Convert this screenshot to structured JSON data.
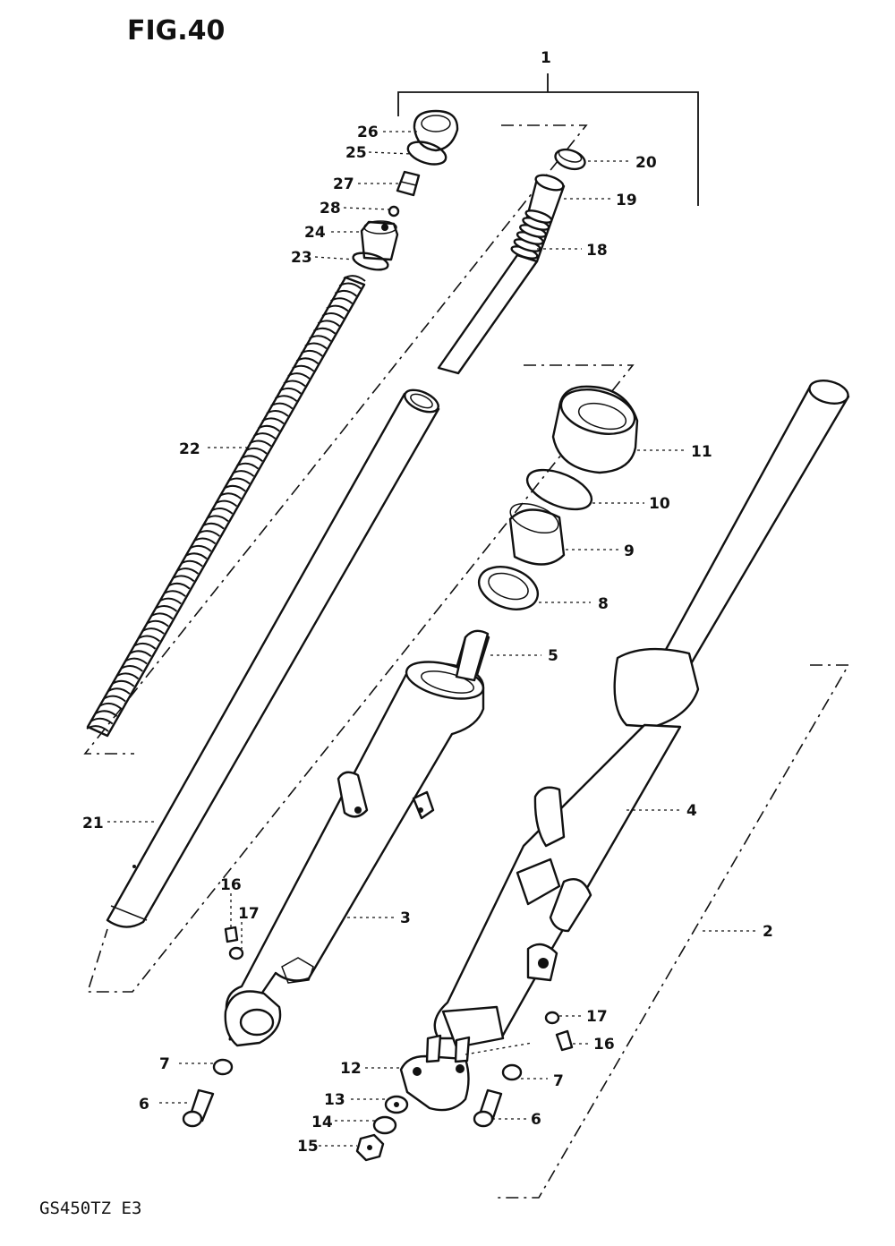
{
  "figure": {
    "title": "FIG.40",
    "model_code": "GS450TZ E3"
  },
  "callouts": [
    "1",
    "2",
    "3",
    "4",
    "5",
    "6",
    "6",
    "7",
    "7",
    "8",
    "9",
    "10",
    "11",
    "12",
    "13",
    "14",
    "15",
    "16",
    "16",
    "17",
    "17",
    "18",
    "19",
    "20",
    "21",
    "22",
    "23",
    "24",
    "25",
    "26",
    "27",
    "28"
  ]
}
